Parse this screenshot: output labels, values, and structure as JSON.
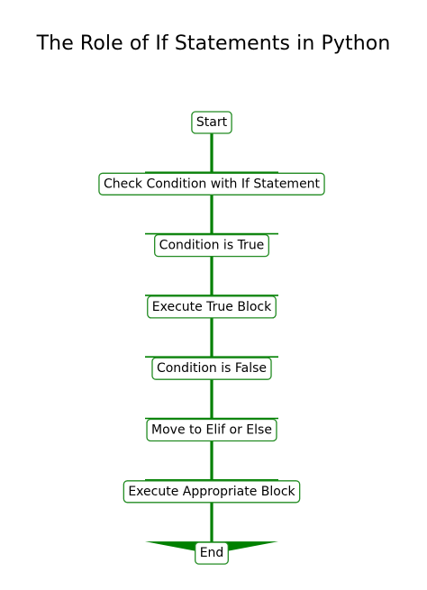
{
  "title": "The Role of If Statements in Python",
  "colors": {
    "edge": "#008000",
    "node_border": "#228b22",
    "node_fill": "#ffffff",
    "text": "#000000"
  },
  "nodes": [
    {
      "id": "start",
      "label": "Start"
    },
    {
      "id": "check",
      "label": "Check Condition with If Statement"
    },
    {
      "id": "true",
      "label": "Condition is True"
    },
    {
      "id": "execute-true",
      "label": "Execute True Block"
    },
    {
      "id": "false",
      "label": "Condition is False"
    },
    {
      "id": "elif-else",
      "label": "Move to Elif or Else"
    },
    {
      "id": "execute-appropriate",
      "label": "Execute Appropriate Block"
    },
    {
      "id": "end",
      "label": "End"
    }
  ],
  "edges": [
    {
      "from": "start",
      "to": "check"
    },
    {
      "from": "check",
      "to": "true"
    },
    {
      "from": "true",
      "to": "execute-true"
    },
    {
      "from": "execute-true",
      "to": "false"
    },
    {
      "from": "false",
      "to": "elif-else"
    },
    {
      "from": "elif-else",
      "to": "execute-appropriate"
    },
    {
      "from": "execute-appropriate",
      "to": "end"
    }
  ]
}
